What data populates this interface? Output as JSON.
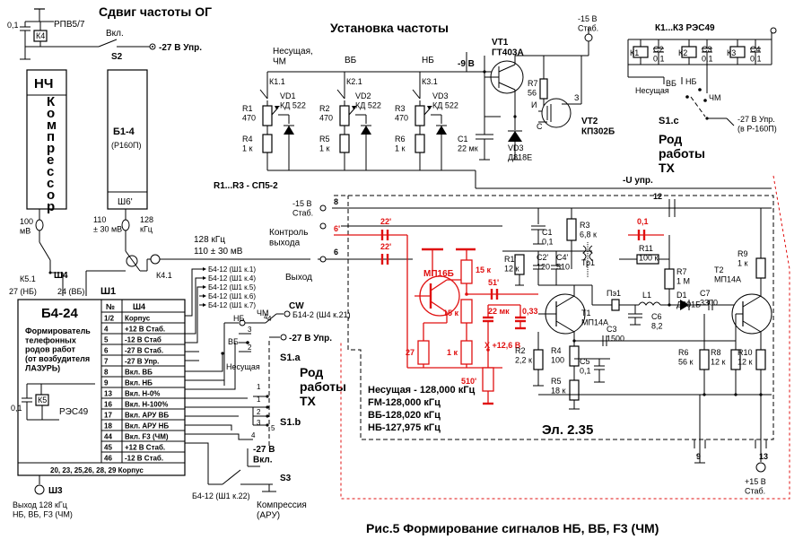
{
  "titles": {
    "shift_heading": "Сдвиг частоты ОГ",
    "setup_heading": "Установка частоты",
    "figure_caption": "Рис.5  Формирование сигналов НБ, ВБ, F3 (ЧМ)",
    "mode_heading": "Род\nработы\nТХ",
    "mode_heading_s1a": "Род\nработы\nТХ",
    "el_label": "Эл. 2.35",
    "compression": "Компрессия\n(АРУ)"
  },
  "relay_top": {
    "cap": "0,1",
    "relay": "К4",
    "relay_type": "РПВ5/7",
    "switch_on": "Вкл.",
    "switch_name": "S2",
    "supply": "-27 В Упр."
  },
  "blocks": {
    "nch": "НЧ",
    "compressor": "Компрессор",
    "b1_4": "Б1-4",
    "b1_4_sub": "(Р160П)",
    "b1_4_conn": "Ш6'",
    "b4_24": "Б4-24",
    "b4_24_desc": "Формирователь\nтелефонных\nродов работ\n(от возбудителя\nЛАЗУРЬ)"
  },
  "signals": {
    "nch_level": "100\nмВ",
    "b1_4_level": "110\n± 30 мВ",
    "b1_4_freq": "128\nкГц",
    "input_128": "128 кГц",
    "input_level": "110 ± 30 мВ",
    "k4_1": "К4.1",
    "k5_1": "К5.1",
    "sh4_top": "Ш4",
    "sh1": "Ш1",
    "nb_27": "27 (НБ)",
    "vb_24": "24 (ВБ)",
    "sh3": "Ш3",
    "output": "Выход 128 кГц\nНБ, ВБ, F3 (ЧМ)"
  },
  "b4_12_list": [
    "Б4-12 (Ш1 к.1)",
    "Б4-12 (Ш1 к.4)",
    "Б4-12 (Ш1 к.5)",
    "Б4-12 (Ш1 к.6)",
    "Б4-12 (Ш1 к.7)"
  ],
  "table": {
    "head": [
      "№",
      "Ш4"
    ],
    "rows": [
      [
        "1/2",
        "Корпус"
      ],
      [
        "4",
        "+12 В Стаб."
      ],
      [
        "5",
        "-12 В Стаб"
      ],
      [
        "6",
        "-27 В Стаб."
      ],
      [
        "7",
        "-27 В Упр."
      ],
      [
        "8",
        "Вкл. ВБ"
      ],
      [
        "9",
        "Вкл. НБ"
      ],
      [
        "13",
        "Вкл. Н-0%"
      ],
      [
        "16",
        "Вкл. Н-100%"
      ],
      [
        "17",
        "Вкл. АРУ ВБ"
      ],
      [
        "18",
        "Вкл. АРУ НБ"
      ],
      [
        "44",
        "Вкл. F3 (ЧМ)"
      ],
      [
        "45",
        "+12 В Стаб."
      ],
      [
        "46",
        "-12 В Стаб."
      ]
    ],
    "footer": "20, 23, 25,26, 28, 29   Корпус"
  },
  "relay_k5": {
    "cap": "0,1",
    "relay": "К5",
    "type": "РЭС49"
  },
  "switches": {
    "cw": "CW",
    "b14_2": "Б14-2 (Ш4 к.21)",
    "nb": "НБ",
    "vb": "ВБ",
    "chm": "ЧМ",
    "carrier": "Несущая",
    "s1a": "S1.a",
    "s1b": "S1.b",
    "s1c": "S1.c",
    "minus27_upr": "-27 В Упр.",
    "minus27_on": "-27 В\nВкл.",
    "s3": "S3",
    "b4_12_22": "Б4-12 (Ш1 к.22)",
    "pos": [
      "1",
      "2",
      "3",
      "4",
      "5"
    ]
  },
  "freq_setup": {
    "carrier_fm": "Несущая,\nЧМ",
    "vb": "ВБ",
    "nb": "НБ",
    "k1": "К1.1",
    "k2": "К2.1",
    "k3": "К3.1",
    "r": [
      "R1\n470",
      "R2\n470",
      "R3\n470"
    ],
    "rb": [
      "R4\n1 к",
      "R5\n1 к",
      "R6\n1 к"
    ],
    "vd": [
      "VD1\nКД 522",
      "VD2\nКД 522",
      "VD3\nКД 522"
    ],
    "trim_note": "R1...R3 - СП5-2",
    "minus9": "-9 В",
    "vt1": "VT1\nГТ403А",
    "vt2": "VT2\nКП302Б",
    "r7": "R7\n56",
    "c1": "C1\n22 мк",
    "vd3": "VD3\nД818Е",
    "stab15": "-15 В\nСтаб.",
    "pins": [
      "И",
      "З",
      "С"
    ],
    "u_upr": "-U упр."
  },
  "relay_group": {
    "title": "К1...К3  РЭС49",
    "k": [
      "К1",
      "К2",
      "К3"
    ],
    "c": [
      "C2\n0,1",
      "C3\n0,1",
      "C4\n0,1"
    ],
    "s1c_labels": [
      "ВБ",
      "НБ",
      "ЧМ",
      "Несущая"
    ],
    "s1c_supply": "-27 В Упр.\n(в Р-160П)"
  },
  "oscillator": {
    "stab15": "-15 В\nСтаб.",
    "ctrl_out": "Контроль\nвыхода",
    "out": "Выход",
    "pins": [
      "8",
      "6'",
      "6",
      "12",
      "9",
      "13"
    ],
    "c22a": "22'",
    "c22b": "22'",
    "mp16b": "МП16Б",
    "r15k_a": "15 к",
    "r15k_b": "15 к",
    "c51": "51'",
    "r27": "27",
    "r1k": "1 к",
    "c22mk": "22 мк",
    "c033": "0,33",
    "plus126": "Х +12,6 В",
    "r510": "510'",
    "c01_red": "0,1",
    "c1": "C1\n0,1",
    "r3": "R3\n6,8 к",
    "r1": "R1'\n12 к",
    "c2": "C2'\n120",
    "c4": "C4'\n510",
    "tr1": "Тр1",
    "t1": "T1\nМП14А",
    "pz1": "Пэ1",
    "l1": "L1",
    "c6": "C6\n8,2",
    "r11": "R11\n100 к",
    "r7": "R7\n1 М",
    "d1": "D1\nД901Б",
    "c7": "C7\n3300",
    "t2": "T2\nМП14А",
    "r9": "R9\n1 к",
    "r2": "R2\n2,2 к",
    "r4": "R4\n100",
    "c5": "C5\n0,1",
    "r5": "R5\n18 к",
    "c3": "C3\n1500",
    "r6": "R6\n56 к",
    "r8": "R8\n12 к",
    "r10": "R10\n12 к",
    "plus15": "+15 В\nСтаб.",
    "freq_notes": [
      "Несущая - 128,000  кГц",
      "FM-128,000 кГц",
      "ВБ-128,020 кГц",
      "НБ-127,975 кГц"
    ]
  }
}
